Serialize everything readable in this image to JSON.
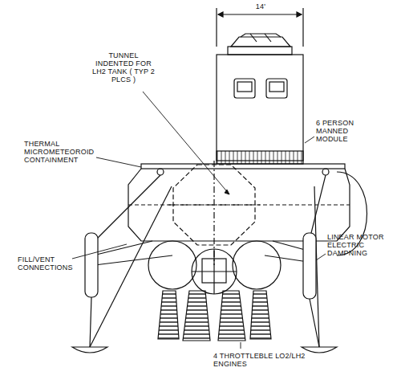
{
  "diagram": {
    "labels": [
      "14'",
      "TUNNEL INDENTED FOR LH2 TANK ( TYP 2 PLCS )",
      "6 PERSON MANNED MODULE",
      "THERMAL MICROMETEOROID CONTAINMENT",
      "FILL/VENT CONNECTIONS",
      "LINEAR MOTOR ELECTRIC DAMPNING",
      "4 THROTTLEBLE LO2/LH2 ENGINES"
    ]
  }
}
